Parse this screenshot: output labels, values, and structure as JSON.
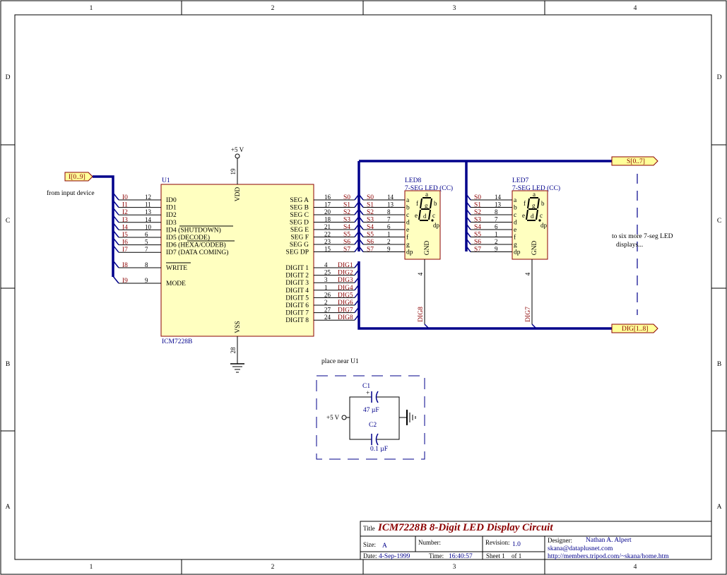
{
  "border": {
    "columns": [
      "1",
      "2",
      "3",
      "4"
    ],
    "rows": [
      "D",
      "C",
      "B",
      "A"
    ]
  },
  "ports": {
    "input": "I[0..9]",
    "seg_bus": "S[0..7]",
    "dig_bus": "DIG[1..8]"
  },
  "notes": {
    "from_input": "from input device",
    "six_more_1": "to six more 7-seg LED",
    "six_more_2": "displays...",
    "place_near": "place near U1"
  },
  "power": {
    "vdd_label": "+5 V",
    "vdd_pin": "19",
    "vdd_name": "VDD",
    "vss_name": "VSS",
    "vss_pin": "28",
    "cap_supply": "+5 V"
  },
  "u1": {
    "designator": "U1",
    "part": "ICM7228B",
    "inputs": [
      {
        "net": "I0",
        "pin": "12",
        "name": "ID0"
      },
      {
        "net": "I1",
        "pin": "11",
        "name": "ID1"
      },
      {
        "net": "I2",
        "pin": "13",
        "name": "ID2"
      },
      {
        "net": "I3",
        "pin": "14",
        "name": "ID3"
      },
      {
        "net": "I4",
        "pin": "10",
        "name": "ID4 (SHUTDOWN)"
      },
      {
        "net": "I5",
        "pin": "6",
        "name": "ID5 (DECODE)"
      },
      {
        "net": "I6",
        "pin": "5",
        "name": "ID6 (HEXA/CODEB)"
      },
      {
        "net": "I7",
        "pin": "7",
        "name": "ID7 (DATA COMING)"
      }
    ],
    "write": {
      "net": "I8",
      "pin": "8",
      "name": "WRITE"
    },
    "mode": {
      "net": "I9",
      "pin": "9",
      "name": "MODE"
    },
    "segments": [
      {
        "name": "SEG A",
        "pin": "16",
        "net": "S0"
      },
      {
        "name": "SEG B",
        "pin": "17",
        "net": "S1"
      },
      {
        "name": "SEG C",
        "pin": "20",
        "net": "S2"
      },
      {
        "name": "SEG D",
        "pin": "18",
        "net": "S3"
      },
      {
        "name": "SEG E",
        "pin": "21",
        "net": "S4"
      },
      {
        "name": "SEG F",
        "pin": "22",
        "net": "S5"
      },
      {
        "name": "SEG G",
        "pin": "23",
        "net": "S6"
      },
      {
        "name": "SEG DP",
        "pin": "15",
        "net": "S7"
      }
    ],
    "digits": [
      {
        "name": "DIGIT 1",
        "pin": "4",
        "net": "DIG1"
      },
      {
        "name": "DIGIT 2",
        "pin": "25",
        "net": "DIG2"
      },
      {
        "name": "DIGIT 3",
        "pin": "3",
        "net": "DIG3"
      },
      {
        "name": "DIGIT 4",
        "pin": "1",
        "net": "DIG4"
      },
      {
        "name": "DIGIT 5",
        "pin": "26",
        "net": "DIG5"
      },
      {
        "name": "DIGIT 6",
        "pin": "2",
        "net": "DIG6"
      },
      {
        "name": "DIGIT 7",
        "pin": "27",
        "net": "DIG7"
      },
      {
        "name": "DIGIT 8",
        "pin": "24",
        "net": "DIG8"
      }
    ]
  },
  "led_pins": [
    "14",
    "13",
    "8",
    "7",
    "6",
    "1",
    "2",
    "9"
  ],
  "led_seg_names": [
    "a",
    "b",
    "c",
    "d",
    "e",
    "f",
    "g",
    "dp"
  ],
  "led_seg_nets": [
    "S0",
    "S1",
    "S2",
    "S3",
    "S4",
    "S5",
    "S6",
    "S7"
  ],
  "led8": {
    "designator": "LED8",
    "part": "7-SEG LED (CC)",
    "gnd_pin": "4",
    "gnd_net": "DIG8",
    "gnd_name": "GND"
  },
  "led7": {
    "designator": "LED7",
    "part": "7-SEG LED (CC)",
    "gnd_pin": "4",
    "gnd_net": "DIG7",
    "gnd_name": "GND"
  },
  "seg_letters": {
    "a": "a",
    "b": "b",
    "c": "c",
    "d": "d",
    "e": "e",
    "f": "f",
    "g": "g",
    "dp": "dp"
  },
  "caps": {
    "c1": {
      "designator": "C1",
      "value": "47 µF",
      "polarity": "+"
    },
    "c2": {
      "designator": "C2",
      "value": "0.1 µF"
    }
  },
  "title_block": {
    "title_label": "Title",
    "title": "ICM7228B 8-Digit LED Display Circuit",
    "size_label": "Size:",
    "size": "A",
    "number_label": "Number:",
    "revision_label": "Revision:",
    "revision": "1.0",
    "designer_label": "Designer:",
    "designer": "Nathan A. Alpert",
    "email": "skana@dataplusnet.com",
    "url": "http://members.tripod.com/~skana/home.htm",
    "date_label": "Date:",
    "date": "4-Sep-1999",
    "time_label": "Time:",
    "time": "16:40:57",
    "sheet": "Sheet 1",
    "of": "of 1"
  }
}
